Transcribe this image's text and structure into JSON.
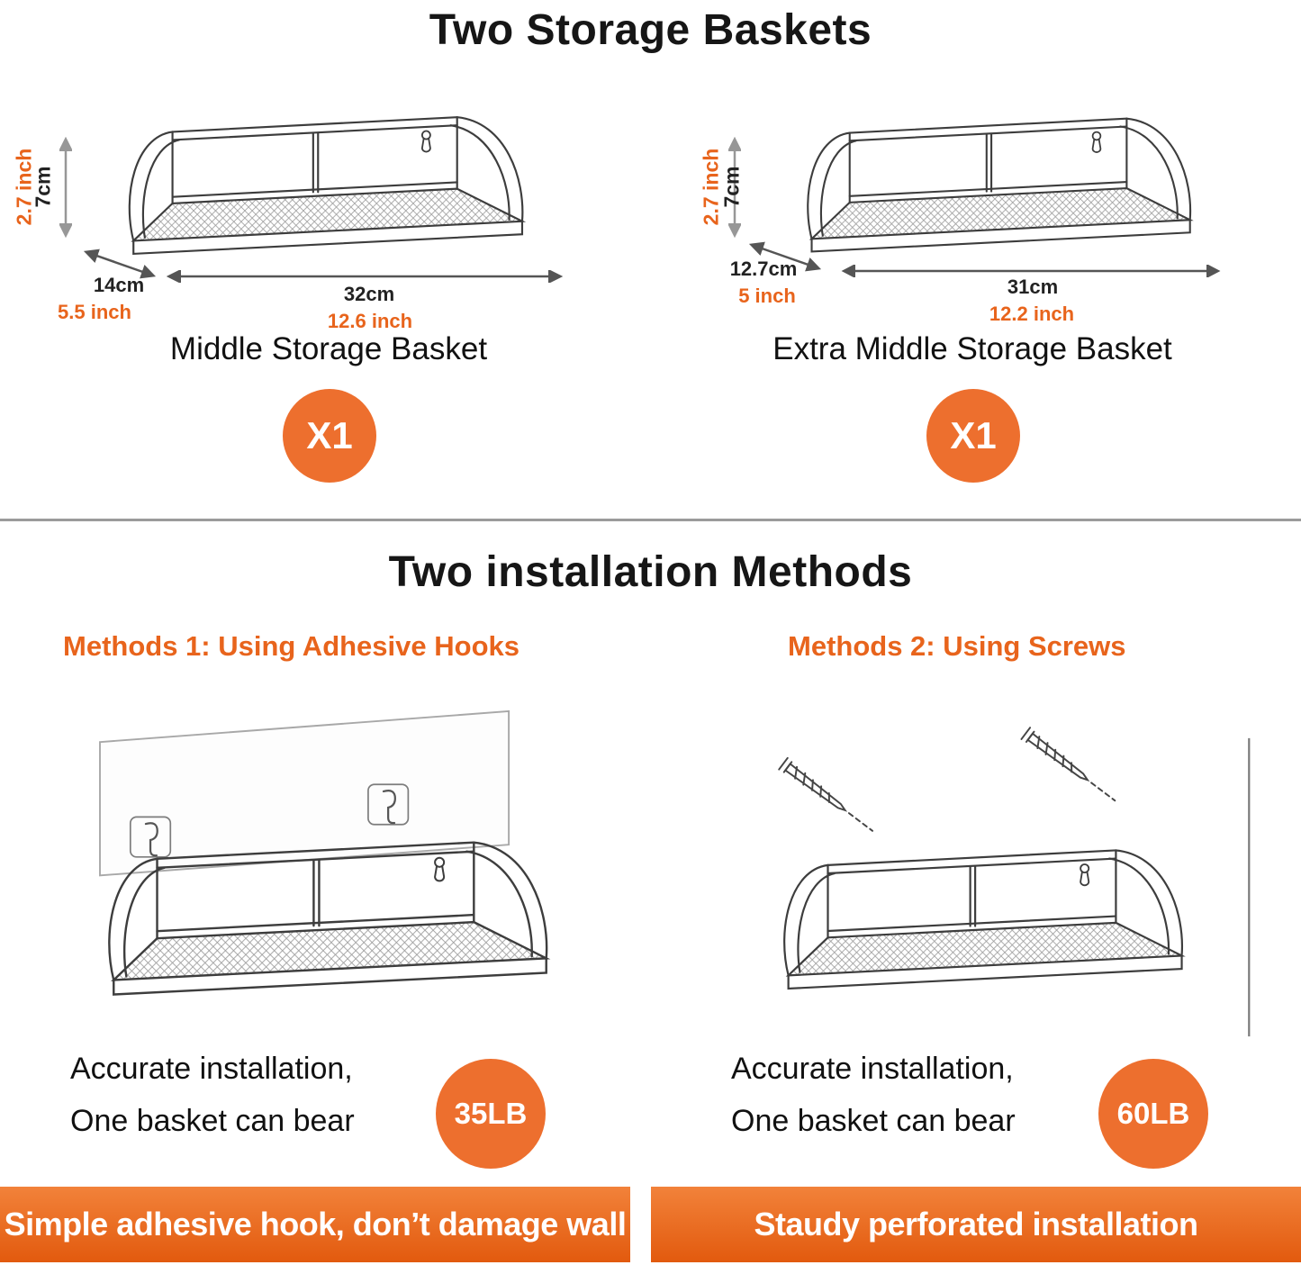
{
  "colors": {
    "accent_text": "#E8641C",
    "badge_circle": "#ED6F2E",
    "banner_gradient_top": "#F2823A",
    "banner_gradient_bottom": "#E25A0E"
  },
  "icons": {
    "basket": "wire-basket-illustration",
    "adhesive_hook": "adhesive-hook-icon",
    "screw": "screw-icon",
    "dimension_arrow": "double-headed-arrow-icon",
    "keyhole": "keyhole-mount-icon"
  },
  "top": {
    "title": "Two Storage Baskets",
    "baskets": [
      {
        "name": "Middle Storage Basket",
        "qty": "X1",
        "height_cm": "7cm",
        "height_in": "2.7 inch",
        "depth_cm": "14cm",
        "depth_in": "5.5 inch",
        "width_cm": "32cm",
        "width_in": "12.6 inch"
      },
      {
        "name": "Extra Middle Storage Basket",
        "qty": "X1",
        "height_cm": "7cm",
        "height_in": "2.7 inch",
        "depth_cm": "12.7cm",
        "depth_in": "5 inch",
        "width_cm": "31cm",
        "width_in": "12.2 inch"
      }
    ]
  },
  "bottom": {
    "title": "Two installation Methods",
    "methods": [
      {
        "heading": "Methods 1: Using Adhesive Hooks",
        "line1": "Accurate installation,",
        "line2": "One basket can bear",
        "capacity": "35LB",
        "banner": "Simple adhesive hook, don’t damage wall"
      },
      {
        "heading": "Methods 2: Using Screws",
        "line1": "Accurate installation,",
        "line2": "One basket can bear",
        "capacity": "60LB",
        "banner": "Staudy perforated installation"
      }
    ]
  }
}
